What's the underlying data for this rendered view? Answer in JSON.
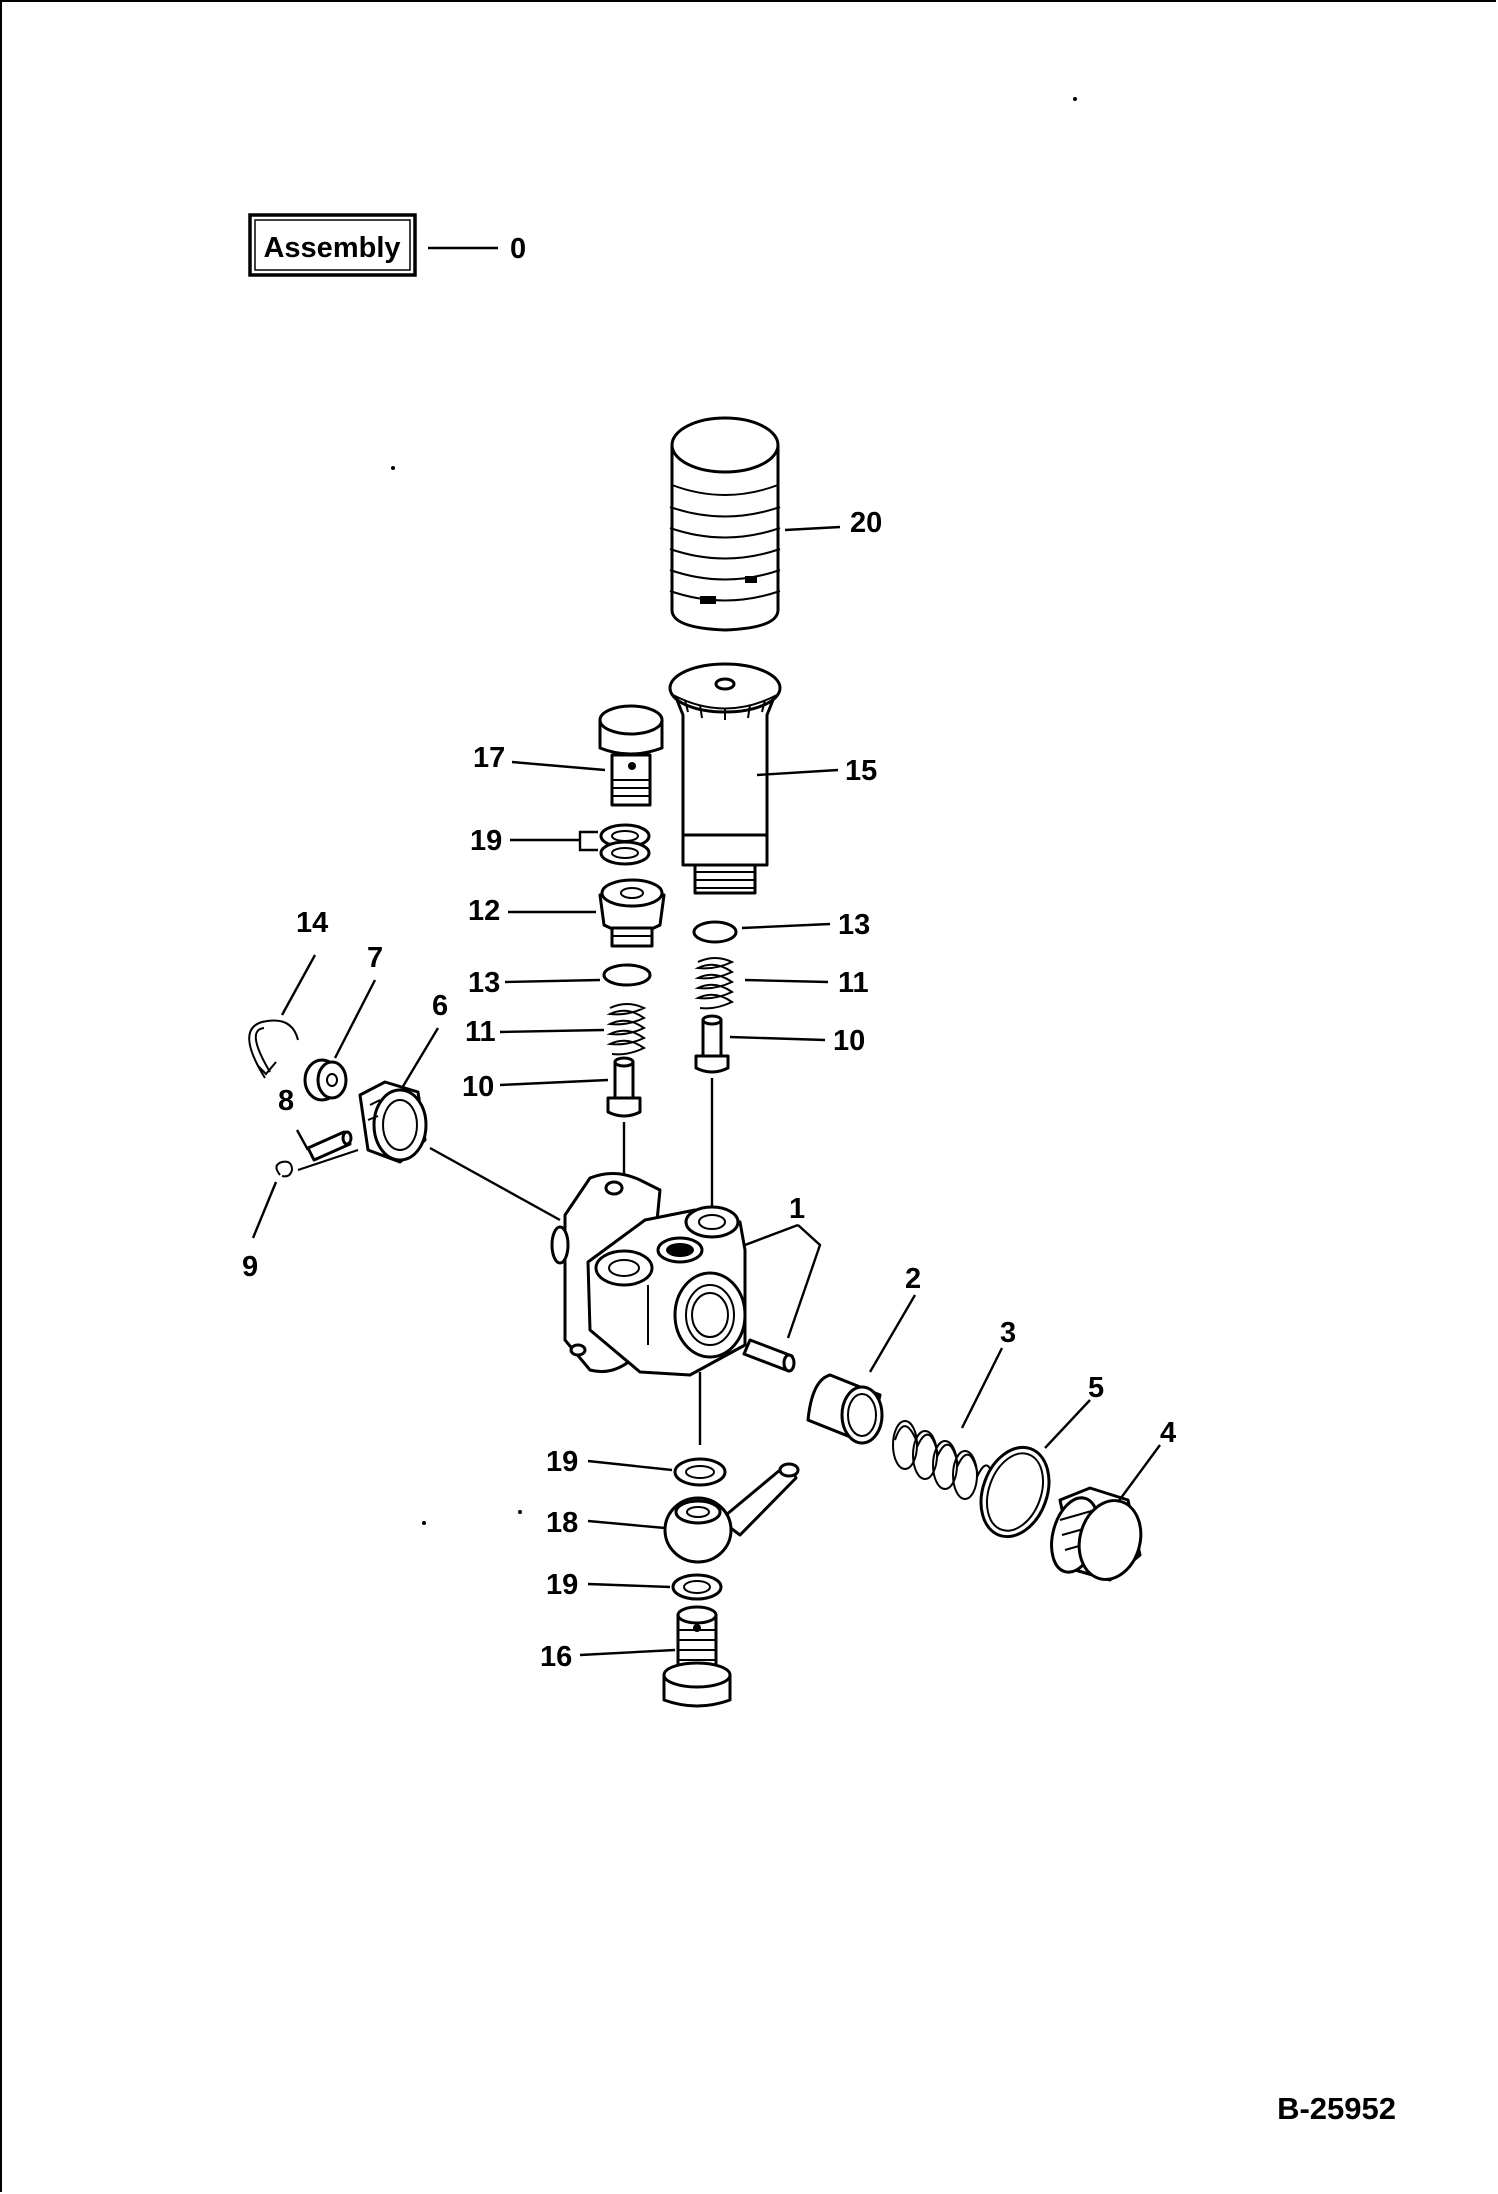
{
  "assembly": {
    "label": "Assembly",
    "number": "0"
  },
  "callouts": {
    "p1": "1",
    "p2": "2",
    "p3": "3",
    "p4": "4",
    "p5": "5",
    "p6": "6",
    "p7": "7",
    "p8": "8",
    "p9": "9",
    "p10a": "10",
    "p10b": "10",
    "p11a": "11",
    "p11b": "11",
    "p12": "12",
    "p13a": "13",
    "p13b": "13",
    "p14": "14",
    "p15": "15",
    "p16": "16",
    "p17": "17",
    "p18": "18",
    "p19a": "19",
    "p19b": "19",
    "p19c": "19",
    "p20": "20"
  },
  "drawing_number": "B-25952"
}
